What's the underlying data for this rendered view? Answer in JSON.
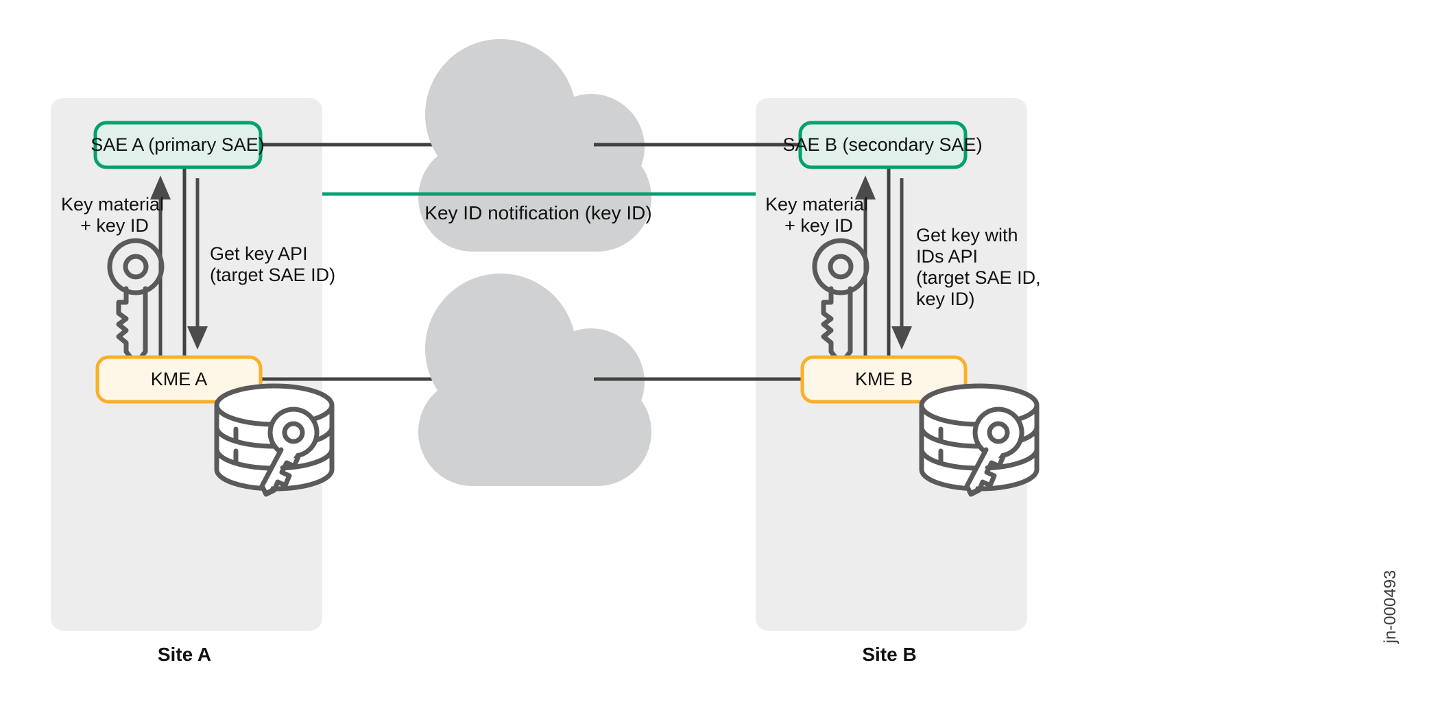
{
  "diagram": {
    "title": "QKD key distribution between Site A and Site B",
    "watermark": "jn-000493",
    "colors": {
      "site_panel": "#EDEDED",
      "cloud": "#CFD1D2",
      "sae_border": "#00A070",
      "sae_fill": "#E2F0EB",
      "kme_border": "#FAAF28",
      "kme_fill": "#FEF6E6",
      "link": "#414141",
      "arrow": "#4B4B4B",
      "notify_arrow": "#00A070",
      "text": "#111111"
    }
  },
  "site_a": {
    "caption": "Site A",
    "sae": {
      "label": "SAE A (primary SAE)"
    },
    "kme": {
      "label": "KME A"
    },
    "up_arrow_label": {
      "line1": "Key material",
      "line2": "+ key ID"
    },
    "down_arrow_label": {
      "line1": "Get key API",
      "line2": "(target SAE ID)"
    },
    "key_icon": "key-icon",
    "database_icon": "database-key-icon"
  },
  "site_b": {
    "caption": "Site B",
    "sae": {
      "label": "SAE B (secondary SAE)"
    },
    "kme": {
      "label": "KME B"
    },
    "up_arrow_label": {
      "line1": "Key material",
      "line2": "+ key ID"
    },
    "down_arrow_label": {
      "line1": "Get key with",
      "line2": "IDs API",
      "line3": "(target SAE ID,",
      "line4": "key ID)"
    },
    "key_icon": "key-icon",
    "database_icon": "database-key-icon"
  },
  "center": {
    "notification_label": "Key ID notification (key ID)",
    "top_cloud": "network-cloud-icon",
    "bottom_cloud": "network-cloud-icon"
  }
}
